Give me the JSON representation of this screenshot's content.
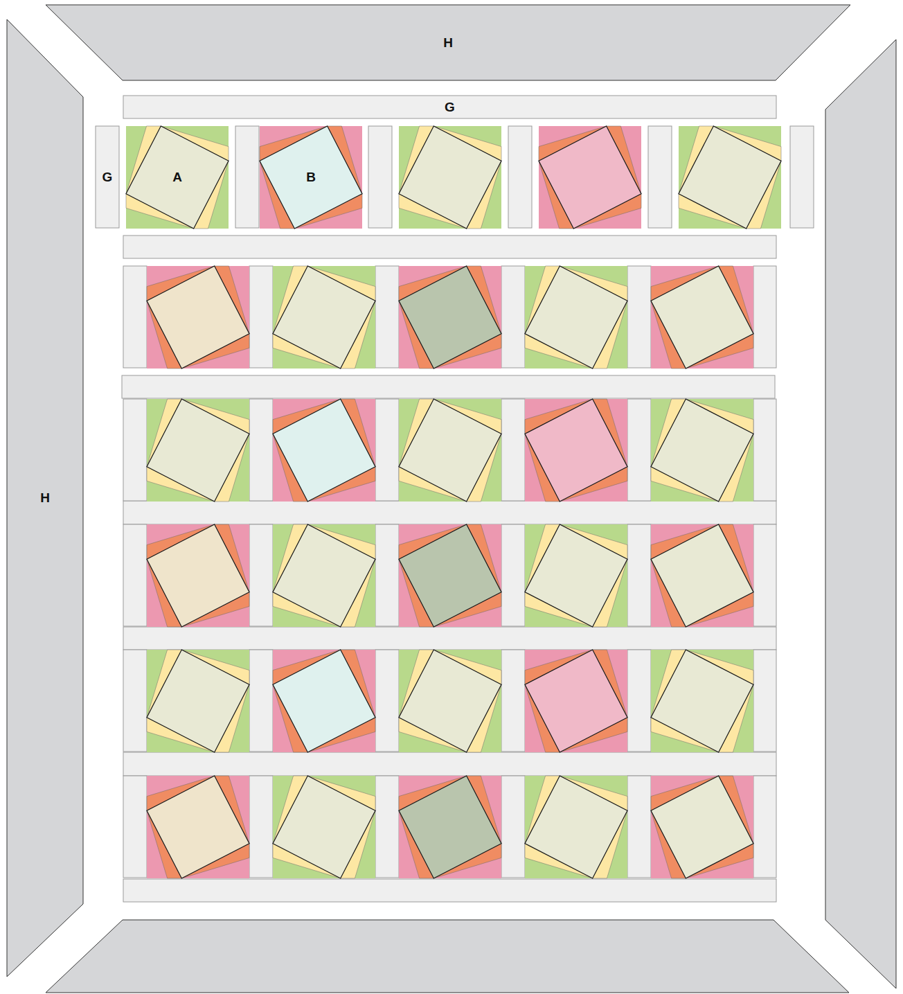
{
  "diagram": {
    "nodes": [
      {
        "text": [
          "H"
        ]
      },
      {
        "text": [
          "G"
        ]
      },
      {
        "text": [
          "G"
        ]
      },
      {
        "text": [
          "A"
        ]
      },
      {
        "text": [
          "B"
        ]
      },
      {
        "text": [
          "H"
        ]
      }
    ]
  }
}
